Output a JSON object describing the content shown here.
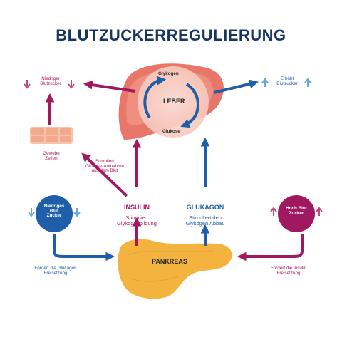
{
  "title": "BLUTZUCKERREGULIERUNG",
  "liver": {
    "name": "LEBER",
    "glycogen": "Glykogen",
    "glucose": "Glukose"
  },
  "pancreas": {
    "name": "PANKREAS"
  },
  "low_blood_sugar": {
    "line1": "Niedriger",
    "line2": "Blutzucker"
  },
  "high_blood_sugar": {
    "line1": "Erhöht",
    "line2": "Blutzucker"
  },
  "tissue": {
    "line1": "Gewebe",
    "line2": "Zellen"
  },
  "uptake": {
    "line1": "Stimuliert",
    "line2": "Glukose-Aufnahme",
    "line3": "aus dem Blut"
  },
  "insulin": {
    "name": "INSULIN",
    "line1": "Stimuliert",
    "line2": "Glykogenbildung"
  },
  "glucagon": {
    "name": "GLUKAGON",
    "line1": "Stimuliert den",
    "line2": "Glykogen Abbau"
  },
  "low_circle": {
    "line1": "Niedriges",
    "line2": "Blut",
    "line3": "Zucker"
  },
  "high_circle": {
    "line1": "Hoch Blut",
    "line2": "Zucker"
  },
  "glucagon_release": {
    "line1": "Fördert die Glucagon",
    "line2": "Freisetzung"
  },
  "insulin_release": {
    "line1": "Fördert die Insulin",
    "line2": "Freisetzung"
  },
  "colors": {
    "title": "#16355f",
    "insulin_path": "#a0185f",
    "glucagon_path": "#1f5ea8",
    "liver": "#e8776a",
    "pancreas": "#f3b33e"
  }
}
